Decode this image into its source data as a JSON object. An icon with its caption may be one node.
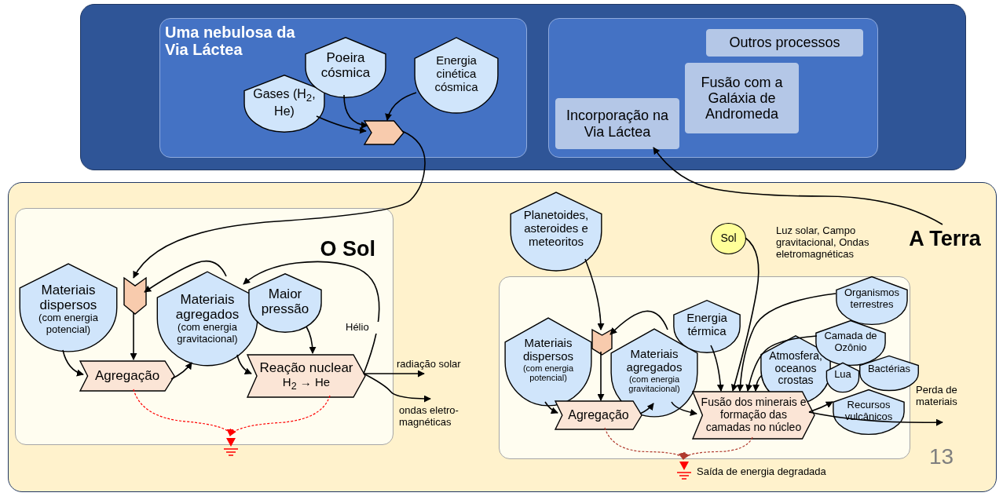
{
  "diagram": {
    "nodes": [
      {
        "text": [],
        "shape": "box"
      },
      {
        "text": [
          "Uma nebulosa da Via Láctea"
        ],
        "in": 0
      },
      {
        "text": [
          "Gases (H$_{2}$, He)"
        ],
        "in": 1
      },
      {
        "text": [
          "Poeira cósmica"
        ],
        "in": 1
      },
      {
        "text": [
          "Energia cinética cósmica"
        ],
        "in": 1
      },
      {
        "text": [],
        "shape": "chevron",
        "in": 1
      },
      {
        "text": [],
        "shape": "box",
        "in": 0
      },
      {
        "text": [
          "Outros processos"
        ],
        "in": 6
      },
      {
        "text": [
          "Fusão com a Galáxia de Andromeda"
        ],
        "in": 6
      },
      {
        "text": [
          "Incorporação na Via Láctea"
        ],
        "in": 6
      },
      {
        "text": [],
        "shape": "box"
      },
      {
        "text": [
          "O Sol"
        ],
        "in": 10
      },
      {
        "text": [
          "Materiais dispersos",
          "(com energia potencial)"
        ],
        "in": 11
      },
      {
        "text": [],
        "shape": "chevron",
        "in": 11
      },
      {
        "text": [
          "Materiais agregados",
          "(com energia gravitacional)"
        ],
        "in": 11
      },
      {
        "text": [
          "Maior pressão"
        ],
        "in": 11
      },
      {
        "text": [
          "Agregação"
        ],
        "in": 11
      },
      {
        "text": [
          "Reação nuclear",
          "H$_{2}$ → He"
        ],
        "in": 11
      },
      {
        "text": [],
        "shape": "ground",
        "in": 10
      },
      {
        "text": [
          "A Terra"
        ],
        "in": 10
      },
      {
        "text": [
          "Planetoides, asteroides e meteoritos"
        ],
        "in": 10
      },
      {
        "text": [
          "Sol"
        ],
        "in": 10
      },
      {
        "text": [],
        "shape": "box",
        "in": 10
      },
      {
        "text": [
          "Materiais dispersos",
          "(com energia potencial)"
        ],
        "in": 22
      },
      {
        "text": [],
        "shape": "chevron",
        "in": 22
      },
      {
        "text": [
          "Materiais agregados",
          "(com energia gravitacional)"
        ],
        "in": 22
      },
      {
        "text": [
          "Energia térmica"
        ],
        "in": 22
      },
      {
        "text": [
          "Atmosfera, oceanos crostas"
        ],
        "in": 22
      },
      {
        "text": [
          "Organismos terrestres"
        ],
        "in": 22
      },
      {
        "text": [
          "Camada de Ozônio"
        ],
        "in": 22
      },
      {
        "text": [
          "Lua"
        ],
        "in": 22
      },
      {
        "text": [
          "Bactérias"
        ],
        "in": 22
      },
      {
        "text": [
          "Recursos vulcânicos"
        ],
        "in": 22
      },
      {
        "text": [
          "Agregação"
        ],
        "in": 22
      },
      {
        "text": [
          "Fusão dos minerais e formação das camadas no núcleo"
        ],
        "in": 22
      },
      {
        "text": [],
        "shape": "ground",
        "in": 10,
        "beside": [
          "Saída de energia degradada"
        ]
      }
    ],
    "edges": [
      {
        "from": 2,
        "to": 5,
        "arrow": "to"
      },
      {
        "from": 3,
        "to": 5,
        "arrow": "to"
      },
      {
        "from": 4,
        "to": 5,
        "arrow": "to"
      },
      {
        "from": 5,
        "to": 13,
        "arrow": "to"
      },
      {
        "from": 19,
        "to": 9,
        "arrow": "to"
      },
      {
        "from": 12,
        "to": 16,
        "arrow": "to"
      },
      {
        "from": 13,
        "to": 16,
        "arrow": "to"
      },
      {
        "from": 16,
        "to": 14,
        "arrow": "to"
      },
      {
        "from": 14,
        "to": 13,
        "arrow": "to"
      },
      {
        "from": 14,
        "to": 17,
        "arrow": "to"
      },
      {
        "from": 15,
        "to": 17,
        "arrow": "to"
      },
      {
        "from": 17,
        "to": 14,
        "arrow": "to",
        "label": "Hélio"
      },
      {
        "from": 17,
        "to": null,
        "arrow": "to",
        "label": "radiação solar"
      },
      {
        "from": 17,
        "to": null,
        "arrow": "to",
        "label": "ondas eletro- magnéticas"
      },
      {
        "from": 16,
        "to": 18,
        "arrow": "to",
        "style": "dashed",
        "color": "#ff0000"
      },
      {
        "from": 17,
        "to": 18,
        "arrow": "to",
        "style": "dashed",
        "color": "#ff0000"
      },
      {
        "from": 20,
        "to": 24,
        "arrow": "to"
      },
      {
        "from": 23,
        "to": 33,
        "arrow": "to"
      },
      {
        "from": 24,
        "to": 33,
        "arrow": "to"
      },
      {
        "from": 33,
        "to": 25,
        "arrow": "to"
      },
      {
        "from": 25,
        "to": 24,
        "arrow": "to"
      },
      {
        "from": 25,
        "to": 34,
        "arrow": "to"
      },
      {
        "from": 26,
        "to": 34,
        "arrow": "to"
      },
      {
        "from": 21,
        "to": 34,
        "arrow": "to",
        "label": "Luz solar, Campo gravitacional, Ondas eletromagnéticas"
      },
      {
        "from": 28,
        "to": 34,
        "arrow": "to"
      },
      {
        "from": 29,
        "to": 34,
        "arrow": "to"
      },
      {
        "from": 27,
        "to": 34,
        "arrow": "to"
      },
      {
        "from": 34,
        "to": 32,
        "arrow": "to"
      },
      {
        "from": 34,
        "to": null,
        "arrow": "to",
        "label": "Perda de materiais"
      },
      {
        "from": 33,
        "to": 35,
        "arrow": "to",
        "style": "dashed",
        "color": "#b03a2e"
      },
      {
        "from": 34,
        "to": 35,
        "arrow": "to",
        "style": "dashed",
        "color": "#b03a2e"
      }
    ],
    "labels": [
      "13"
    ]
  }
}
